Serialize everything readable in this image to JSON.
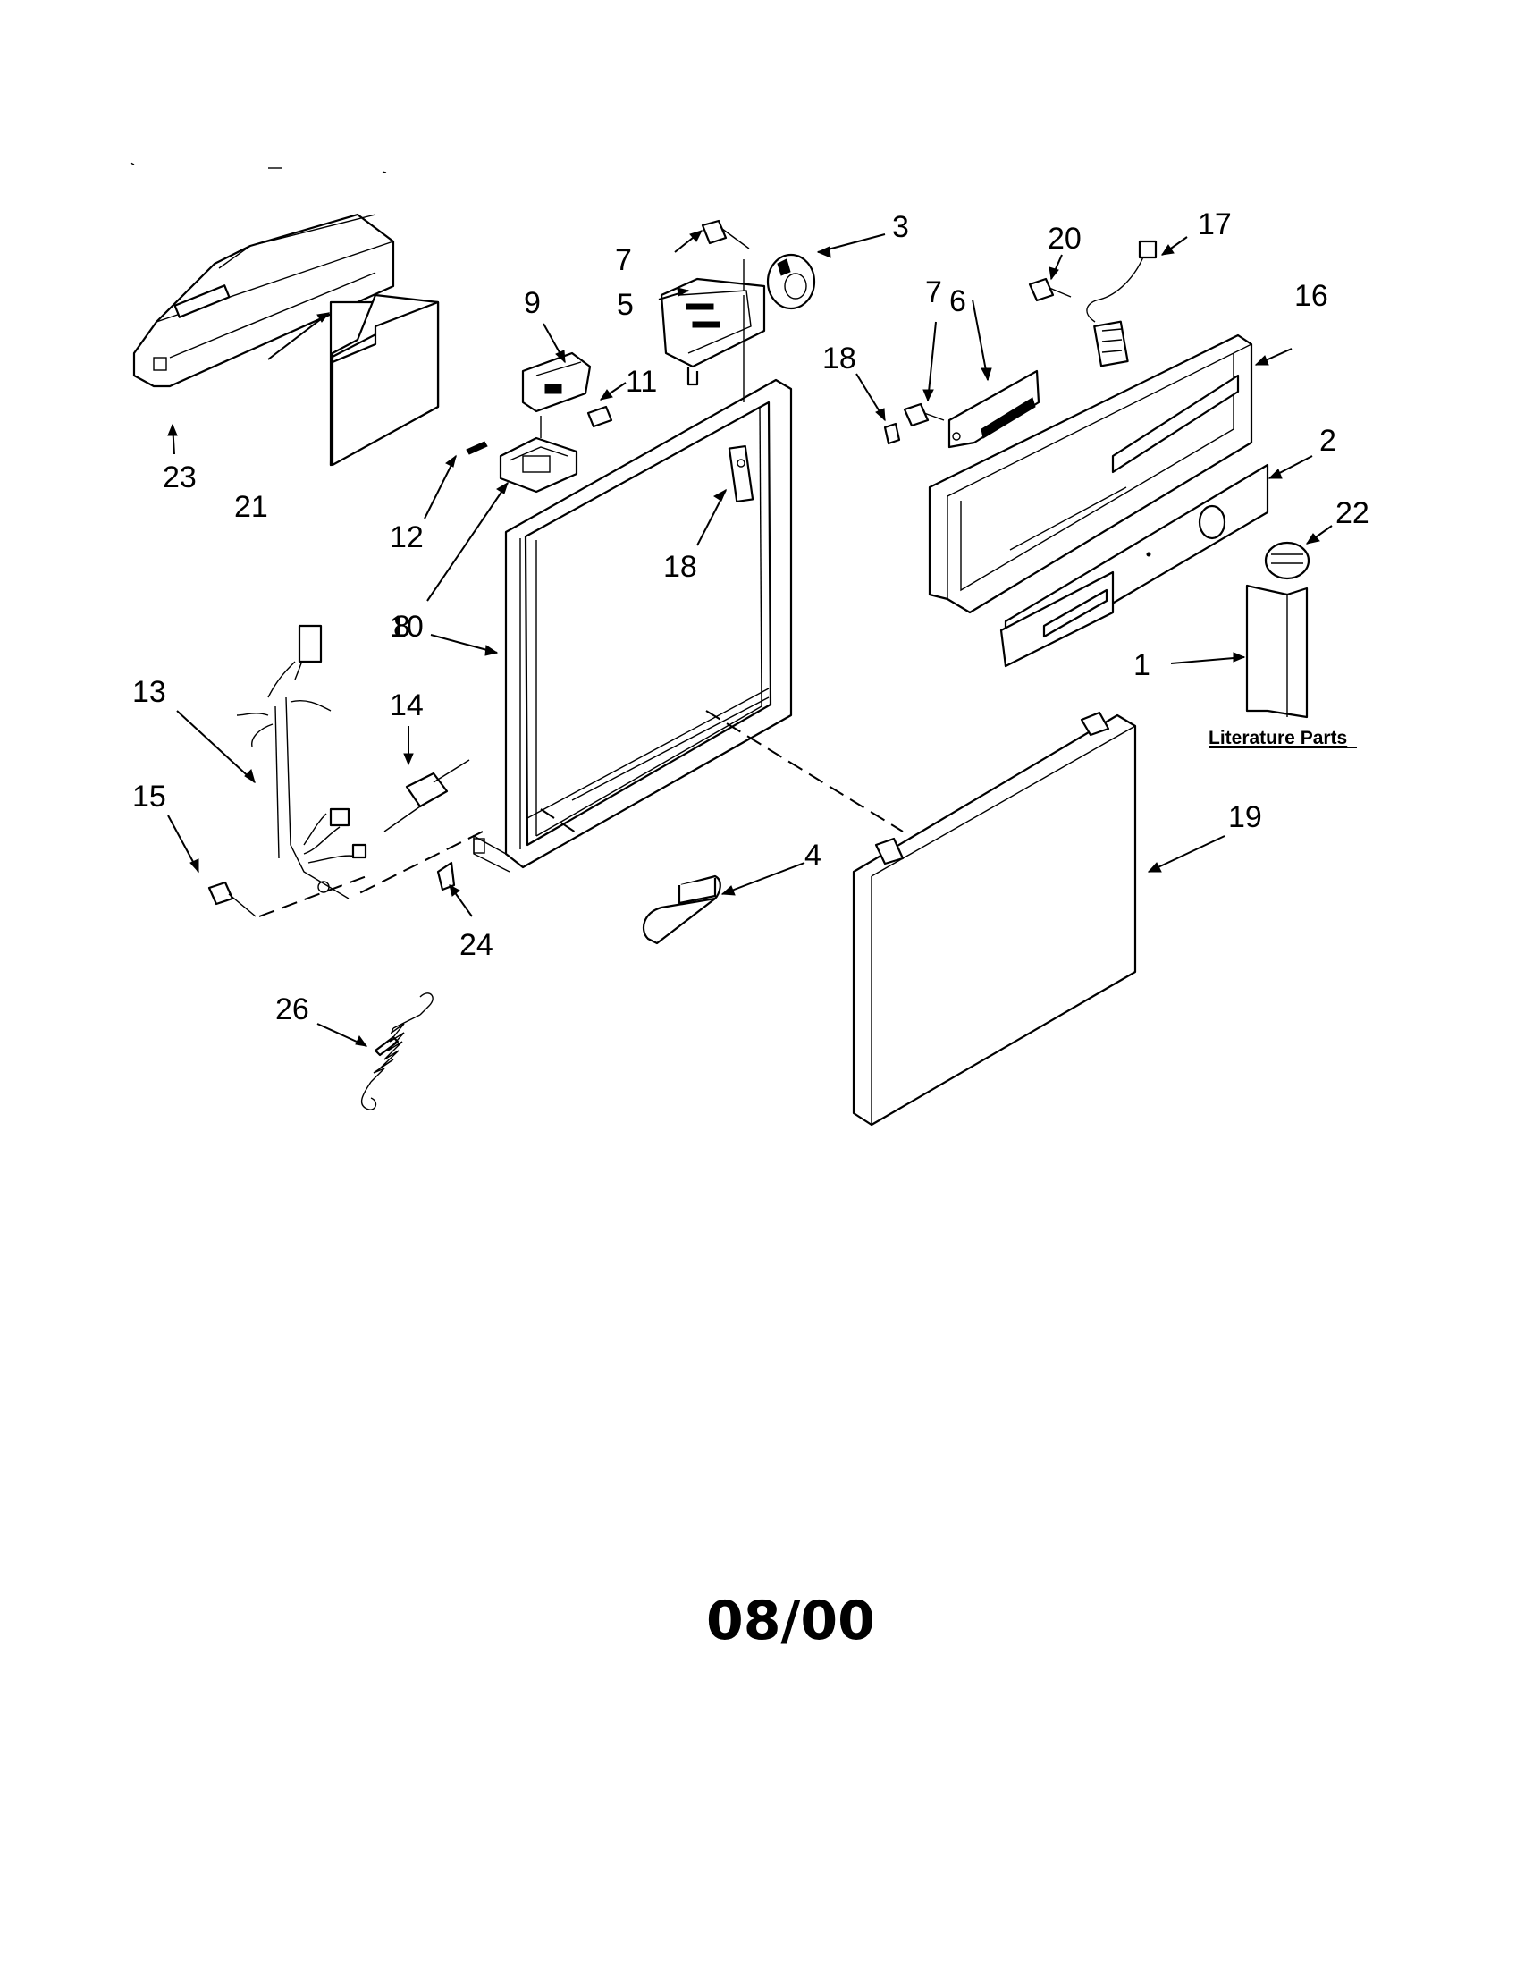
{
  "diagram": {
    "callouts": {
      "c1": "1",
      "c2": "2",
      "c3": "3",
      "c4": "4",
      "c5": "5",
      "c6": "6",
      "c7a": "7",
      "c7b": "7",
      "c8": "8",
      "c9": "9",
      "c10": "10",
      "c11": "11",
      "c12": "12",
      "c13": "13",
      "c14": "14",
      "c15": "15",
      "c16": "16",
      "c17": "17",
      "c18a": "18",
      "c18b": "18",
      "c19": "19",
      "c20": "20",
      "c21": "21",
      "c22": "22",
      "c23": "23",
      "c24": "24",
      "c26": "26"
    },
    "literature_label": "Literature Parts",
    "date_stamp": "08/00",
    "colors": {
      "ink": "#000000",
      "paper": "#ffffff"
    }
  }
}
